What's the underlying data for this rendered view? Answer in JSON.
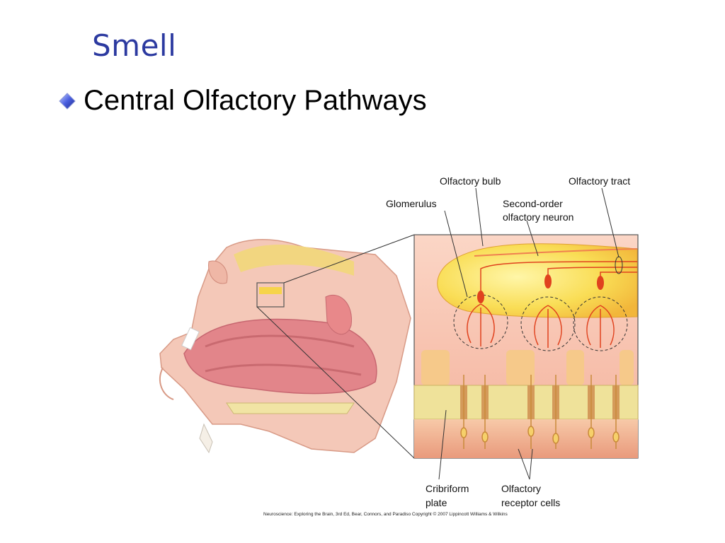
{
  "slide": {
    "title": "Smell",
    "bullet": "Central Olfactory Pathways"
  },
  "figure": {
    "labels": {
      "olfactory_bulb": "Olfactory bulb",
      "olfactory_tract": "Olfactory tract",
      "glomerulus": "Glomerulus",
      "second_order_1": "Second-order",
      "second_order_2": "olfactory neuron",
      "cribriform_1": "Cribriform",
      "cribriform_2": "plate",
      "receptor_1": "Olfactory",
      "receptor_2": "receptor cells"
    },
    "caption": "Neuroscience: Exploring the Brain, 3rd Ed, Bear, Connors, and Paradiso Copyright © 2007 Lippincott Williams & Wilkins"
  },
  "colors": {
    "title": "#2c3aa0",
    "bulb": "#f6d44a",
    "tissue": "#e89a8a",
    "neuron": "#e0421e",
    "bone": "#efe29a"
  }
}
